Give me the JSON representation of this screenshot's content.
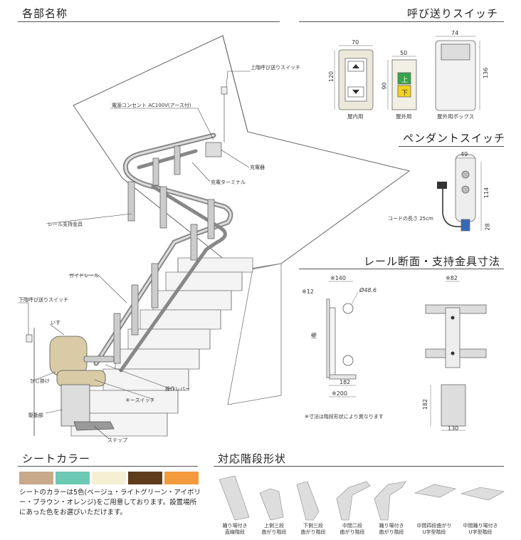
{
  "sections": {
    "parts": "各部名称",
    "call_switch": "呼び送りスイッチ",
    "pendant": "ペンダントスイッチ",
    "rail_section": "レール断面・支持金具寸法",
    "seat_color": "シートカラー",
    "stairs": "対応階段形状"
  },
  "parts_labels": {
    "upper_switch": "上階呼び送りスイッチ",
    "outlet": "電源コンセント AC100V(アース付)",
    "charger": "充電器",
    "charge_terminal": "充電ターミナル",
    "rail_bracket": "レール支持金具",
    "guide_rail": "ガイドレール",
    "lower_switch": "下階呼び送りスイッチ",
    "chair": "いす",
    "armrest": "ひじ掛け",
    "lever": "操作レバー",
    "key_switch": "キースイッチ",
    "drive": "駆動部",
    "step": "ステップ"
  },
  "call_switch": {
    "indoor": {
      "caption": "屋内用",
      "width": "70",
      "height": "120"
    },
    "outdoor": {
      "caption": "屋外用",
      "width": "50",
      "height": "90",
      "up": "上",
      "down": "下"
    },
    "outdoor_box": {
      "caption": "屋外用ボックス",
      "width": "74",
      "height": "136"
    }
  },
  "pendant": {
    "width": "49",
    "height": "114",
    "lower": "28",
    "cord": "コードの長さ 25cm"
  },
  "rail_section": {
    "d140": "※140",
    "d12": "※12",
    "dia": "Ø48.6",
    "wall": "壁",
    "d182a": "182",
    "d200": "※200",
    "d82": "※82",
    "d182b": "182",
    "d130": "130",
    "note": "※寸法は階段形状により異なります"
  },
  "seat_colors": [
    {
      "name": "beige",
      "color": "#c8a98a"
    },
    {
      "name": "light-green",
      "color": "#6cc9b4"
    },
    {
      "name": "ivory",
      "color": "#f5efd4"
    },
    {
      "name": "brown",
      "color": "#5e3c1c"
    },
    {
      "name": "orange",
      "color": "#f39a3c"
    }
  ],
  "seat_note": "シートのカラーは5色(ベージュ・ライトグリーン・アイボリー・ブラウン・オレンジ)をご用意しております。設置場所にあった色をお選びいただけます。",
  "stair_types": [
    {
      "line1": "踊り場付き",
      "line2": "直線階段"
    },
    {
      "line1": "上側三段",
      "line2": "曲がり階段"
    },
    {
      "line1": "下側三段",
      "line2": "曲がり階段"
    },
    {
      "line1": "中間二段",
      "line2": "曲がり階段"
    },
    {
      "line1": "踊り場付き",
      "line2": "曲がり階段"
    },
    {
      "line1": "中間四段曲がり",
      "line2": "U字型階段"
    },
    {
      "line1": "中間踊り場付き",
      "line2": "U字型階段"
    }
  ]
}
